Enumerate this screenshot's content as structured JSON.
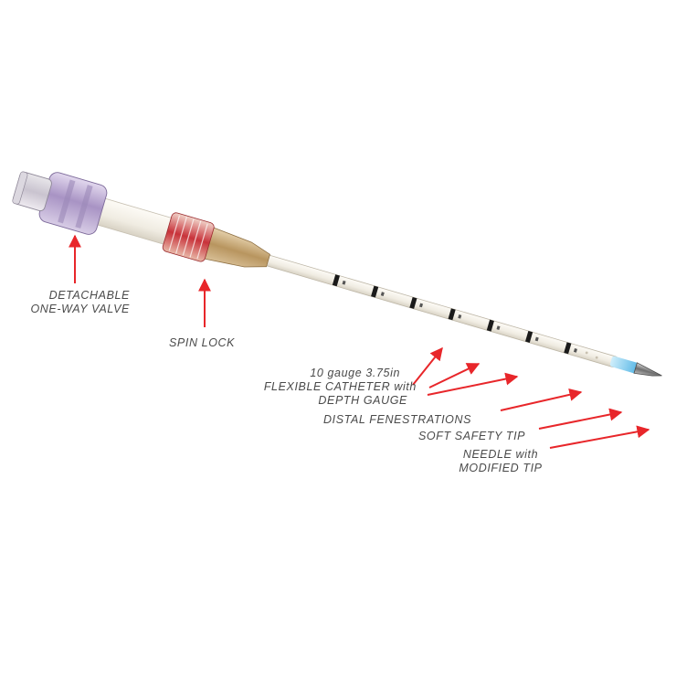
{
  "labels": {
    "valve": {
      "line1": "DETACHABLE",
      "line2": "ONE-WAY VALVE"
    },
    "spin_lock": "SPIN LOCK",
    "catheter": {
      "line1": "10 gauge 3.75in",
      "line2": "FLEXIBLE CATHETER with",
      "line3": "DEPTH GAUGE"
    },
    "fenestrations": "DISTAL FENESTRATIONS",
    "safety_tip": "SOFT SAFETY TIP",
    "needle": {
      "line1": "NEEDLE with",
      "line2": "MODIFIED TIP"
    }
  },
  "colors": {
    "arrow": "#e8262a",
    "label_text": "#4a4a4a",
    "valve_body": "#b7a6cc",
    "spin_lock": "#c8323a",
    "luer_hub": "#c4a67a",
    "catheter": "#f2efe8",
    "depth_mark": "#1a1a1a",
    "safety_tip": "#6fc3ea",
    "needle": "#7a7a7a"
  }
}
